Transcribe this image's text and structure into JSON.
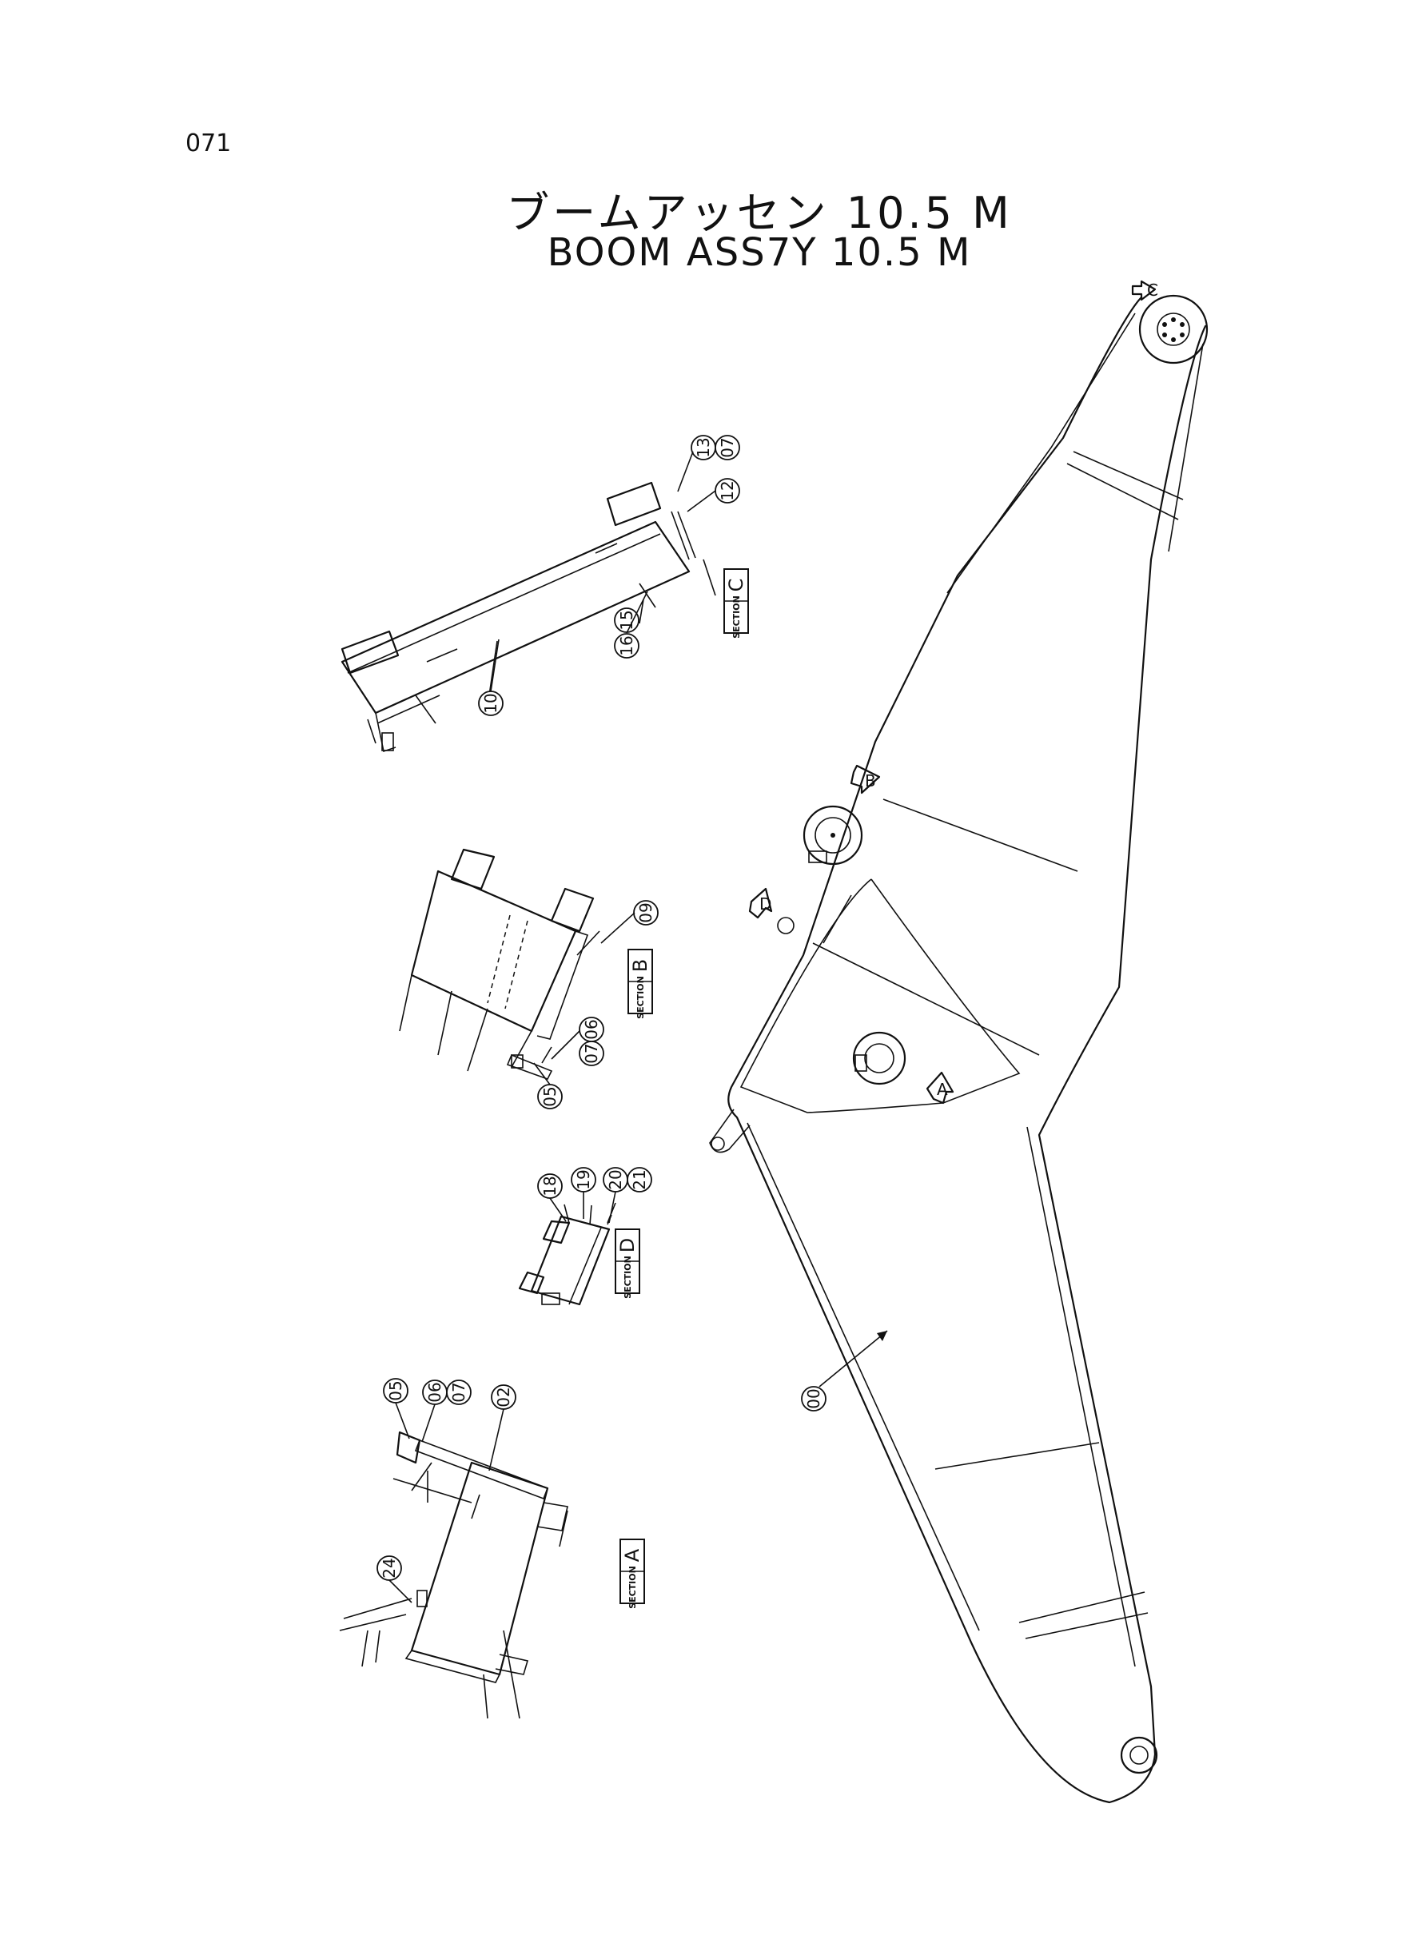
{
  "page_number": "071",
  "title_ja": "ブームアッセン 10.5 M",
  "title_en": "BOOM ASS7Y 10.5 M",
  "section_word": "SECTION",
  "section_labels": [
    "A",
    "B",
    "C",
    "D"
  ],
  "view_markers": [
    "A",
    "B",
    "C",
    "D"
  ],
  "part_callouts": [
    "00",
    "02",
    "05",
    "06",
    "07",
    "09",
    "10",
    "12",
    "13",
    "15",
    "16",
    "18",
    "19",
    "20",
    "21",
    "24"
  ]
}
